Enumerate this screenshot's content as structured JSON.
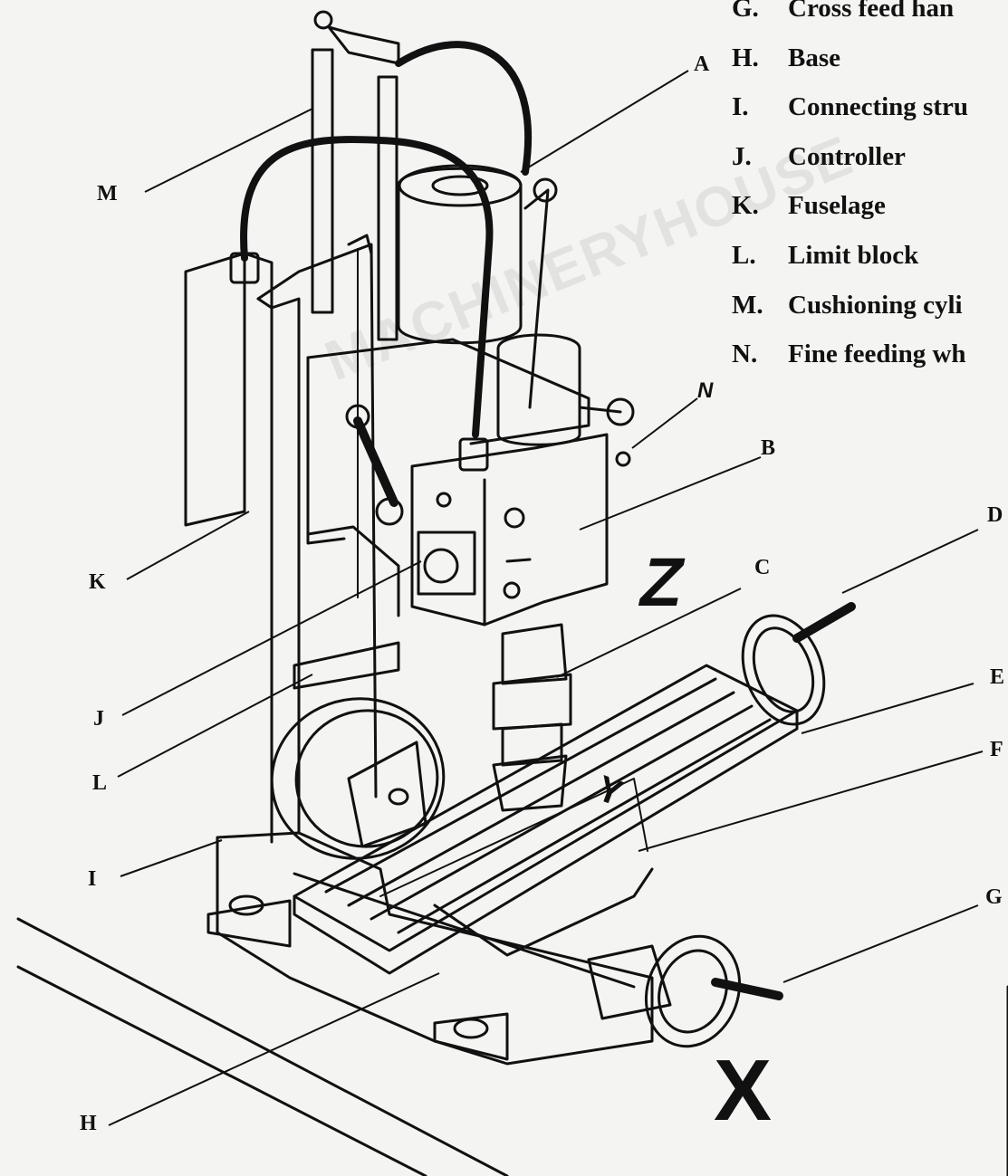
{
  "legend": [
    {
      "key": "G.",
      "text": "Cross feed han"
    },
    {
      "key": "H.",
      "text": "Base"
    },
    {
      "key": "I.",
      "text": "Connecting stru"
    },
    {
      "key": "J.",
      "text": "Controller"
    },
    {
      "key": "K.",
      "text": "Fuselage"
    },
    {
      "key": "L.",
      "text": "Limit block"
    },
    {
      "key": "M.",
      "text": "Cushioning cyli"
    },
    {
      "key": "N.",
      "text": "Fine feeding wh"
    }
  ],
  "callouts": {
    "A": "A",
    "B": "B",
    "C": "C",
    "D": "D",
    "E": "E",
    "F": "F",
    "G": "G",
    "H": "H",
    "I": "I",
    "J": "J",
    "K": "K",
    "L": "L",
    "M": "M",
    "N": "N"
  },
  "axes": {
    "x": "X",
    "y": "Y",
    "z": "Z"
  },
  "watermark": "MACHINERYHOUSE",
  "colors": {
    "ink": "#111111",
    "paper": "#f4f4f2"
  }
}
